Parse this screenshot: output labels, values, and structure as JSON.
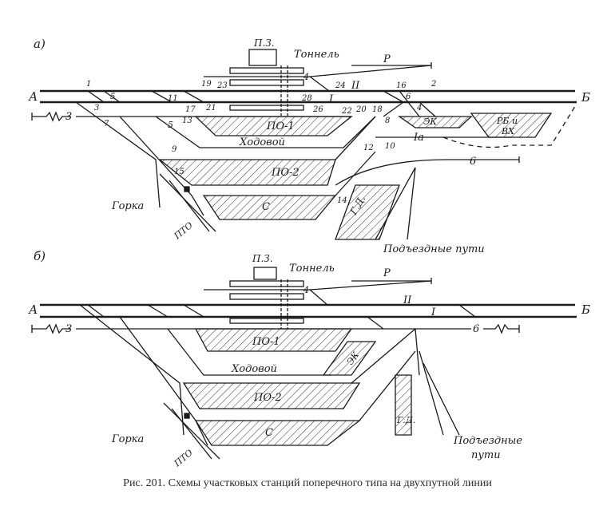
{
  "caption": "Рис. 201. Схемы участковых станций поперечного типа на двухпутной линии",
  "diagram_a": {
    "panel_label": "а)",
    "end_left": "А",
    "end_right": "Б",
    "track_II": "II",
    "track_I": "I",
    "track_Ia": "Iа",
    "track_3": "3",
    "track_4": "4",
    "track_5": "5",
    "track_6": "6",
    "track_P": "Р",
    "ps": "П.З.",
    "tunnel": "Тоннель",
    "po1": "ПО-1",
    "po2": "ПО-2",
    "khodovoi": "Ходовой",
    "s": "С",
    "ek": "ЭК",
    "rb_1": "РБ и",
    "rb_2": "ВХ",
    "gd": "Г.Д.",
    "gorka": "Горка",
    "pto": "ПТО",
    "access": "Подъездные пути",
    "switches": [
      "1",
      "3",
      "5",
      "7",
      "9",
      "11",
      "12",
      "13",
      "14",
      "15",
      "16",
      "17",
      "18",
      "19",
      "20",
      "21",
      "22",
      "23",
      "24",
      "26",
      "28",
      "2",
      "4",
      "6",
      "8",
      "10",
      "4"
    ]
  },
  "diagram_b": {
    "panel_label": "б)",
    "end_left": "А",
    "end_right": "Б",
    "track_II": "II",
    "track_I": "I",
    "track_3": "3",
    "track_4": "4",
    "track_6": "6",
    "track_P": "Р",
    "ps": "П.З.",
    "tunnel": "Тоннель",
    "po1": "ПО-1",
    "po2": "ПО-2",
    "khodovoi": "Ходовой",
    "s": "С",
    "ek": "ЭК",
    "gd": "Г.Д.",
    "gorka": "Горка",
    "pto": "ПТО",
    "access_1": "Подъездные",
    "access_2": "пути"
  }
}
